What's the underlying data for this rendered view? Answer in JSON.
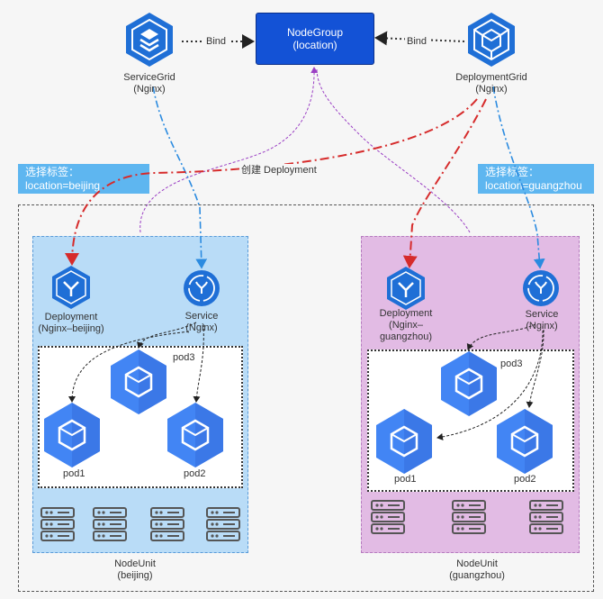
{
  "nodegroup": {
    "line1": "NodeGroup",
    "line2": "(location)"
  },
  "service_grid": {
    "line1": "ServiceGrid",
    "line2": "(Nginx)"
  },
  "deployment_grid": {
    "line1": "DeploymentGrid",
    "line2": "(Nginx)"
  },
  "bind_left": "Bind",
  "bind_right": "Bind",
  "create_label": "创建 Deployment",
  "tag_beijing": {
    "line1": "选择标签：",
    "line2": "location=beijing"
  },
  "tag_guangzhou": {
    "line1": "选择标签：",
    "line2": "location=guangzhou"
  },
  "beijing": {
    "deployment": {
      "line1": "Deployment",
      "line2": "(Nginx–beijing)"
    },
    "service": {
      "line1": "Service",
      "line2": "(Nginx)"
    },
    "pods": [
      "pod1",
      "pod2",
      "pod3"
    ],
    "unit": {
      "line1": "NodeUnit",
      "line2": "(beijing)"
    }
  },
  "guangzhou": {
    "deployment": {
      "line1": "Deployment",
      "line2": "(Nginx–",
      "line3": "guangzhou)"
    },
    "service": {
      "line1": "Service",
      "line2": "(Nginx)"
    },
    "pods": [
      "pod1",
      "pod2",
      "pod3"
    ],
    "unit": {
      "line1": "NodeUnit",
      "line2": "(guangzhou)"
    }
  },
  "colors": {
    "nodegroup": "#1352d6",
    "beijing_bg": "#b9dcf7",
    "guangzhou_bg": "#e2bbe4",
    "tag": "#5eb6f0",
    "pod": "#4285f4",
    "create_arrow": "#d62b2b",
    "service_arrow": "#2b8be0",
    "select_arrow": "#9b3fc4"
  }
}
